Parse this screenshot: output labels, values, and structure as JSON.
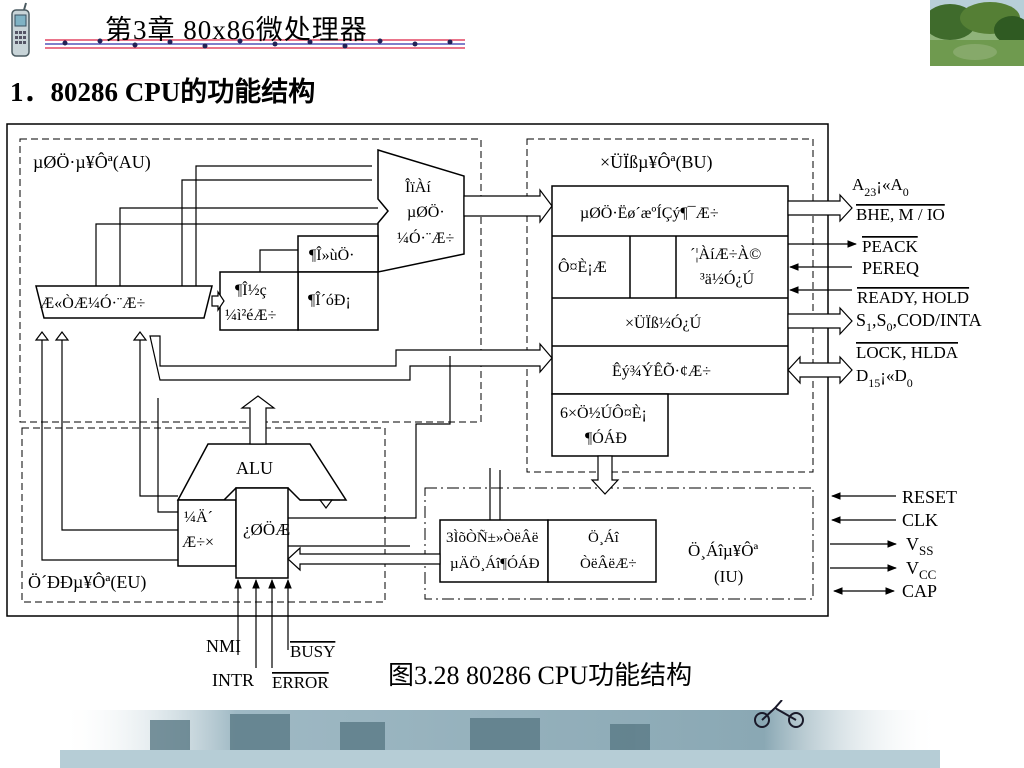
{
  "header": {
    "chapter_title": "第3章   80x86微处理器",
    "phone_icon": "mobile-phone-icon",
    "landscape_image": "garden-landscape"
  },
  "section_title": "1．80286 CPU的功能结构",
  "figure_caption": "图3.28  80286 CPU功能结构",
  "diagram": {
    "au": {
      "title": "µØÖ·µ¥Ôª(AU)",
      "adder": "Æ«ÒÆ¼Ó·¨Æ÷",
      "unit_line1": "ÎïÀí",
      "unit_line2": "µØÖ·",
      "unit_line3": "¼Ó·¨Æ÷",
      "seg_base": "¶Î»ùÖ·",
      "seg_limit": "¶Î´óÐ¡",
      "seg_check_1": "¶Î½ç",
      "seg_check_2": "¼ì²éÆ÷"
    },
    "bu": {
      "title": "×ÜÏßµ¥Ôª(BU)",
      "addr_latch": "µØÖ·Ëø´æºÍÇý¶¯Æ÷",
      "prefetch": "Ô¤È¡Æ",
      "proc_ctrl_1": "´¦ÀíÆ÷À©",
      "proc_ctrl_2": "³ä½Ó¿Ú",
      "bus_ctrl": "×ÜÏß½Ó¿Ú",
      "data_xcvr": "Êý¾ÝÊÕ·¢Æ÷",
      "queue_1": "6×Ö½ÚÔ¤È¡",
      "queue_2": "¶ÓÁÐ"
    },
    "eu": {
      "title": "Ö´ÐÐµ¥Ôª(EU)",
      "alu": "ALU",
      "control": "¿ØÖÆ",
      "regs_1": "¼Ä´",
      "regs_2": "Æ÷×"
    },
    "iu": {
      "title_1": "Ö¸Áîµ¥Ôª",
      "title_2": "(IU)",
      "decoder_1": "3ÌõÒÑ±»ÒëÂë",
      "decoder_2": "µÄÖ¸Áî¶ÓÁÐ",
      "decoder_3": "Ö¸Áî",
      "decoder_4": "ÒëÂëÆ÷"
    },
    "signals": {
      "addr_pre": "A",
      "addr_s1": "23",
      "addr_mid": "¡«A",
      "addr_s2": "0",
      "bhe": "BHE, M / IO",
      "peack": "PEACK",
      "pereq": "PEREQ",
      "ready": "READY, HOLD",
      "status_s": "S",
      "status_s1": "1",
      "status_comma": ",S",
      "status_s0": "0",
      "status_rest": ",COD/INTA",
      "lock": "LOCK, HLDA",
      "data_pre": "D",
      "data_s1": "15",
      "data_mid": "¡«D",
      "data_s2": "0",
      "reset": "RESET",
      "clk": "CLK",
      "vss_main": "V",
      "vss_sub": "SS",
      "vcc_main": "V",
      "vcc_sub": "CC",
      "cap": "CAP",
      "nmi": "NMI",
      "intr": "INTR",
      "busy": "BUSY",
      "error": "ERROR"
    }
  }
}
